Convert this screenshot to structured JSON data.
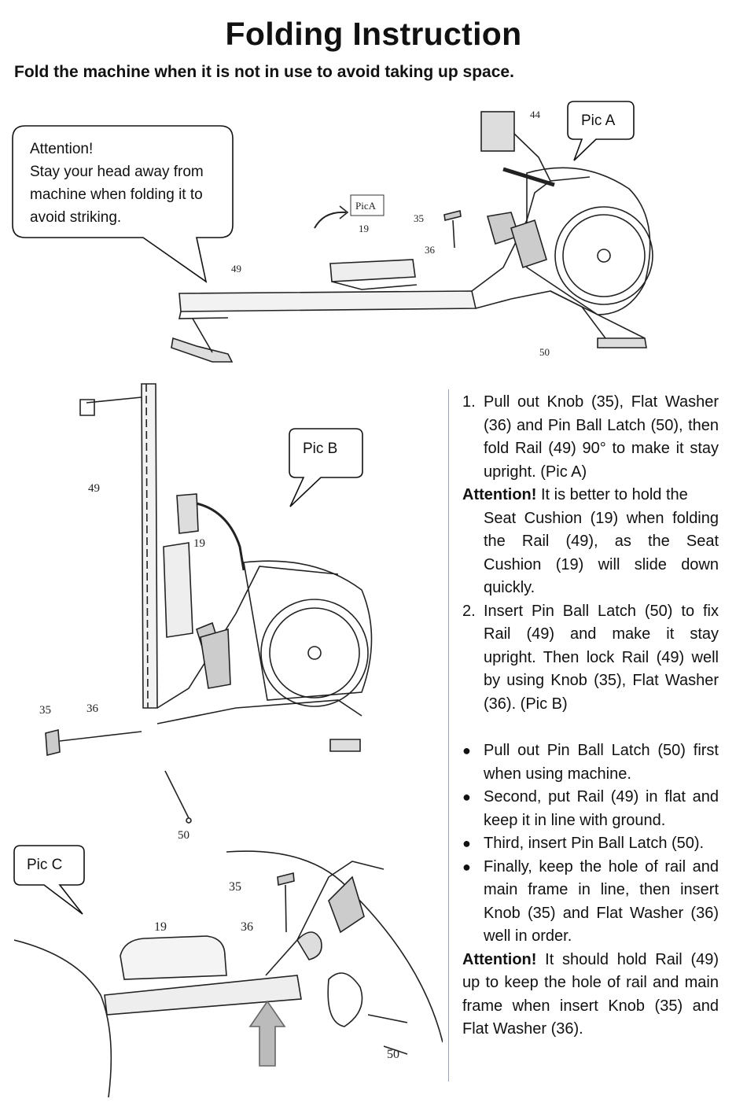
{
  "header": {
    "title": "Folding Instruction",
    "subtitle": "Fold the machine when it is not in use to avoid taking up space."
  },
  "callouts": {
    "attention_lines": [
      "Attention!",
      "Stay your head away from",
      "machine when folding it to",
      "avoid striking."
    ],
    "pic_a": "Pic A",
    "pic_b": "Pic B",
    "pic_c": "Pic C"
  },
  "figure_labels": {
    "pic_a": {
      "sticker": "PicA",
      "l44": "44",
      "l19": "19",
      "l35": "35",
      "l36": "36",
      "l49": "49",
      "l50": "50"
    },
    "pic_b": {
      "l49": "49",
      "l19": "19",
      "l35": "35",
      "l36": "36",
      "l50": "50"
    },
    "pic_c": {
      "l35": "35",
      "l36": "36",
      "l19": "19",
      "l50": "50"
    }
  },
  "instructions": {
    "step1_num": "1.",
    "step1_text": "Pull out Knob (35), Flat Washer (36) and Pin Ball Latch (50), then fold Rail (49) 90° to make it stay upright. (Pic A)",
    "attention1_label": "Attention!",
    "attention1_first": "It is better to hold the",
    "attention1_rest": "Seat Cushion (19) when folding the Rail (49), as the Seat Cushion (19) will slide down quickly.",
    "step2_num": "2.",
    "step2_text": "Insert Pin Ball Latch (50) to fix Rail (49) and make it stay upright. Then lock Rail (49) well by using Knob (35), Flat Washer (36). (Pic B)",
    "bullet_symbol": "●",
    "bullets": [
      "Pull out Pin Ball Latch (50) first when using machine.",
      "Second, put Rail (49) in flat and keep it in line with ground.",
      "Third, insert Pin Ball Latch (50).",
      "Finally, keep the hole of rail and main frame in line, then insert Knob (35) and Flat Washer (36) well in order."
    ],
    "attention2_label": "Attention!",
    "attention2_text": "It should hold Rail (49) up to keep the hole of rail and main frame when insert Knob (35) and Flat Washer (36)."
  }
}
